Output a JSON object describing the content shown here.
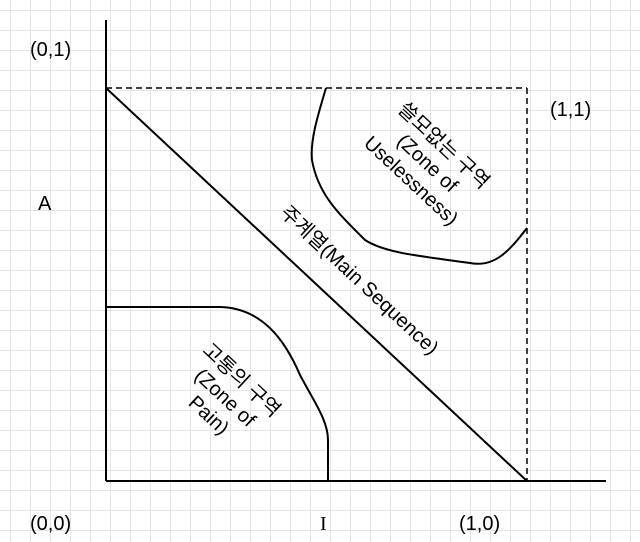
{
  "labels": {
    "origin": "(0,0)",
    "y_top": "(0,1)",
    "x_end": "(1,0)",
    "corner": "(1,1)",
    "y_axis": "A",
    "x_axis": "I"
  },
  "zones": {
    "main_sequence": "주계열(Main Sequence)",
    "pain_korean": "고통의 구역",
    "pain_en_1": "(Zone of",
    "pain_en_2": "Pain)",
    "useless_korean": "쓸모없는 구역",
    "useless_en_1": "(Zone of",
    "useless_en_2": "Uselessness)"
  }
}
